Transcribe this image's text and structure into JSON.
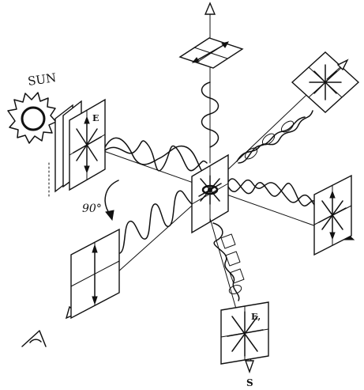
{
  "labels": {
    "sun": "SUN",
    "angle": "90°",
    "e_field": "E",
    "e_scattered": "E,",
    "s_label": "S"
  }
}
